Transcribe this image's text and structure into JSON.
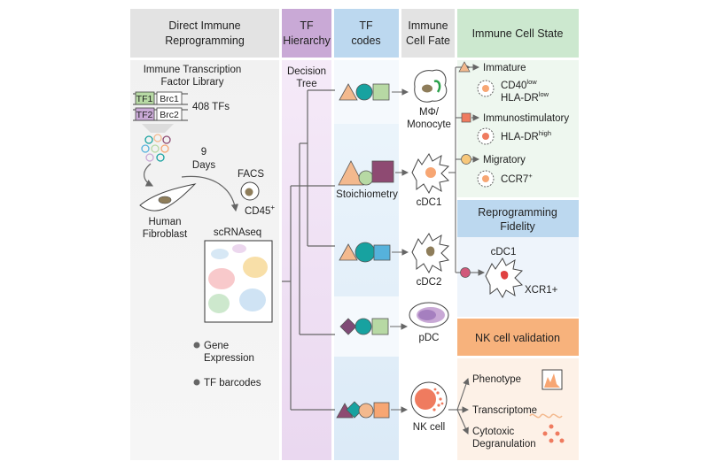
{
  "headers": {
    "col1_line1": "Direct Immune",
    "col1_line2": "Reprogramming",
    "col2_line1": "TF",
    "col2_line2": "Hierarchy",
    "col3_line1": "TF",
    "col3_line2": "codes",
    "col4_line1": "Immune",
    "col4_line2": "Cell Fate",
    "col5": "Immune Cell State"
  },
  "left": {
    "library_line1": "Immune Transcription",
    "library_line2": "Factor Library",
    "tf1": "TF1",
    "brc1": "Brc1",
    "tf2": "TF2",
    "brc2": "Brc2",
    "dots": "...",
    "tf_count": "408 TFs",
    "days_num": "9",
    "days_word": "Days",
    "facs": "FACS",
    "cd45": "CD45",
    "cd45_sup": "+",
    "human": "Human",
    "fibroblast": "Fibroblast",
    "scrnaseq": "scRNAseq",
    "gene": "Gene",
    "expression": "Expression",
    "tf_barcodes": "TF barcodes"
  },
  "hierarchy": {
    "line1": "Decision",
    "line2": "Tree"
  },
  "codes": {
    "stoich": "Stoichiometry"
  },
  "fates": {
    "mphi_line1": "MΦ/",
    "mphi_line2": "Monocyte",
    "cdc1": "cDC1",
    "cdc2": "cDC2",
    "pdc": "pDC",
    "nk": "NK cell"
  },
  "states": {
    "immature": "Immature",
    "cd40": "CD40",
    "cd40_sup": "low",
    "hladr": "HLA-DR",
    "hladr_sup": "low",
    "immunostim": "Immunostimulatory",
    "hladr2": "HLA-DR",
    "hladr2_sup": "high",
    "migratory": "Migratory",
    "ccr7": "CCR7",
    "ccr7_sup": "+",
    "fidelity_line1": "Reprogramming",
    "fidelity_line2": "Fidelity",
    "fid_cdc1": "cDC1",
    "xcr1": "XCR1+",
    "nk_validation": "NK cell validation",
    "phenotype": "Phenotype",
    "transcriptome": "Transcriptome",
    "cytotoxic": "Cytotoxic",
    "degranulation": "Degranulation"
  },
  "colors": {
    "header_grey": "#e3e3e3",
    "hierarchy_purple": "#c9a9d6",
    "codes_blue": "#bcd8ef",
    "state_green": "#cce8cf",
    "nk_orange": "#f7b27c",
    "triangle": "#f3b98e",
    "circle_teal": "#17a2a0",
    "square_green": "#b7d9a4",
    "square_plum": "#8e4a72",
    "square_blue": "#56b2dc",
    "diamond_purple": "#7f4a76",
    "square_orange": "#f7a673"
  }
}
